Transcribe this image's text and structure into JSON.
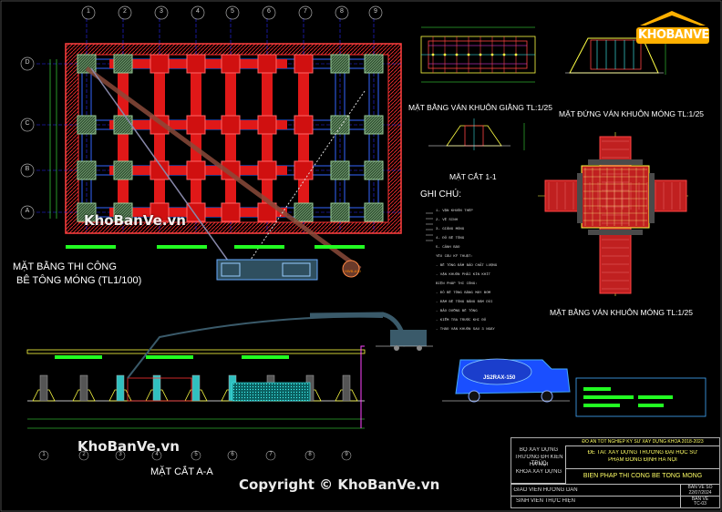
{
  "axes_top": [
    "1",
    "2",
    "3",
    "4",
    "5",
    "6",
    "7",
    "8",
    "9"
  ],
  "axes_left": [
    "D",
    "C",
    "B",
    "A"
  ],
  "section_axes": [
    "1",
    "2",
    "3",
    "4",
    "5",
    "6",
    "7",
    "8",
    "9"
  ],
  "titles": {
    "plan_line1": "MẶT BẰNG THI CÔNG",
    "plan_line2": "BÊ TÔNG MÓNG  (TL1/100)",
    "beam_plan": "MẶT BẰNG VÁN KHUÔN GIẰNG TL:1/25",
    "elev": "MẶT ĐỨNG VÁN KHUÔN MÓNG TL:1/25",
    "section11": "MẶT CẮT 1-1",
    "notes": "GHI CHÚ:",
    "found_plan": "MẶT BẰNG VÁN KHUÔN MÓNG TL:1/25",
    "sectionAA": "MẶT CẮT A-A"
  },
  "truck_label": "JS2RAX-150",
  "crane_label": "HWB-A10",
  "watermark": "KhoBanVe.vn",
  "copyright": "Copyright © KhoBanVe.vn",
  "logo": "KHOBANVE",
  "title_block": {
    "project": "ĐỒ ÁN TỐT NGHIỆP KỸ SƯ XÂY DỰNG KHÓA 2018-2023",
    "ministry_l1": "BỘ XÂY DỰNG",
    "ministry_l2": "TRƯỜNG ĐH KIẾN TRÚC",
    "ministry_l3": "HÀ NỘI",
    "ministry_l4": "KHOA XÂY DỰNG",
    "topic_l1": "ĐỀ TÀI: XÂY DỰNG TRƯỜNG ĐẠI HỌC SƯ",
    "topic_l2": "PHẠM ĐÔNG ĐỊNH HÀ NỘI",
    "drawing": "BIỆN PHÁP THI CÔNG BÊ TÔNG MÓNG",
    "supervisor": "GIÁO VIÊN HƯỚNG DẪN",
    "student": "SINH VIÊN THỰC HIỆN",
    "sheet_label": "BẢN VẼ SỐ",
    "date": "22/07/2024",
    "sheet_no_label": "BẢN VẼ",
    "sheet_no": "TC-03"
  },
  "notes": [
    "1- VẬN KHUÔN THÉP",
    "2- VỆ SINH",
    "3- GIẰNG MÓNG",
    "4- ĐỔ BÊ TÔNG",
    "5- CẢNH BÁO",
    "YÊU CẦU KỸ THUẬT:",
    "- BÊ TÔNG ĐẢM BẢO CHẤT LƯỢNG",
    "- VẬN KHUÔN PHẢI KÍN KHÍT",
    "BIỆN PHÁP THI CÔNG:",
    "- ĐỔ BÊ TÔNG BẰNG MÁY BƠM",
    "- ĐẦM BÊ TÔNG BẰNG ĐẦM DÙI",
    "- BẢO DƯỠNG BÊ TÔNG",
    "- KIỂM TRA TRƯỚC KHI ĐỔ",
    "- THÁO VÁN KHUÔN SAU 3 NGÀY"
  ]
}
